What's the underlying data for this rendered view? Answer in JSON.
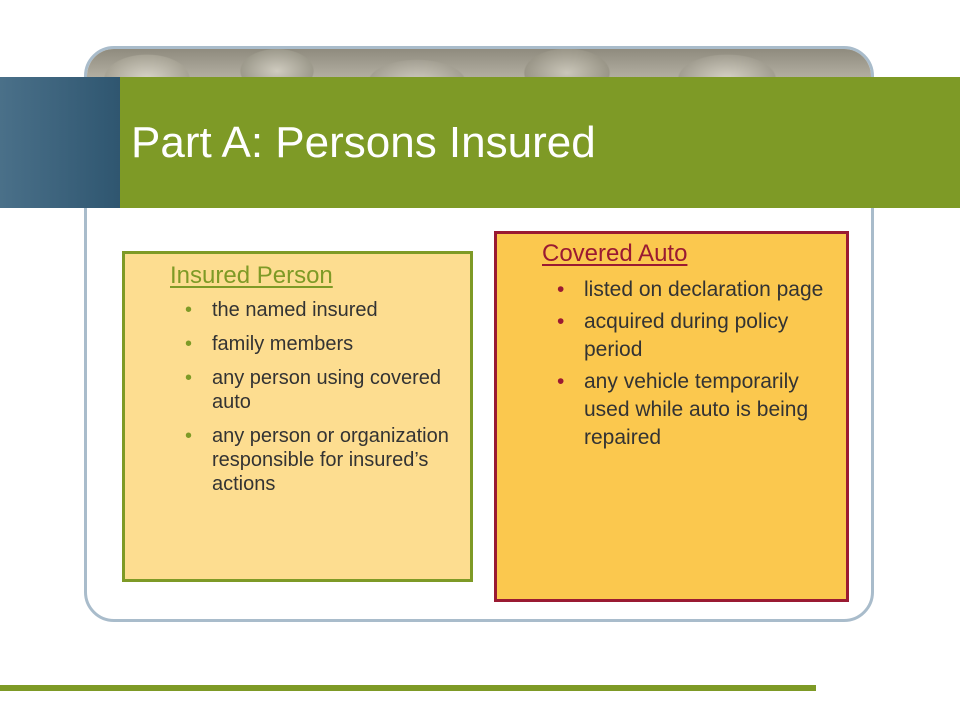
{
  "slide": {
    "title": "Part A:  Persons Insured"
  },
  "insured_person": {
    "heading": "Insured Person",
    "items": [
      "the named insured",
      "family members",
      "any person using covered auto",
      "any person or organization responsible for insured’s actions"
    ]
  },
  "covered_auto": {
    "heading": "Covered Auto",
    "items": [
      "listed on declaration page",
      "acquired during policy period",
      "any vehicle temporarily used while auto is being repaired"
    ]
  },
  "colors": {
    "green": "#7e9a26",
    "crimson": "#9a1a32",
    "light_yellow": "#fddd90",
    "gold": "#fbc84e",
    "slate_blue": "#2f5670",
    "frame_blue": "#a9bccb"
  },
  "bullet_glyph": "•"
}
